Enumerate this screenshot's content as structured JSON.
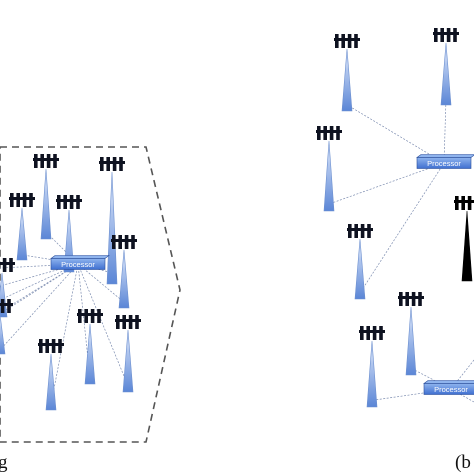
{
  "colors": {
    "processor_fill_top": "#8fb4ee",
    "processor_fill_bottom": "#3f6fd0",
    "processor_stroke": "#2a4d99",
    "tower_fill_top": "#dfe9fb",
    "tower_fill_bottom": "#5b86d6",
    "antenna_panel": "#0e1220",
    "link_line": "#7d8db0",
    "cluster_border": "#555555",
    "selected_tower": "#000000"
  },
  "left_panel": {
    "caption": "g",
    "processor": {
      "label": "Processor"
    },
    "tower_count": 10
  },
  "right_panel": {
    "caption": "(b",
    "processors": [
      {
        "label": "Processor"
      },
      {
        "label": "Processor"
      }
    ],
    "tower_count": 8,
    "highlighted_towers": 1
  }
}
